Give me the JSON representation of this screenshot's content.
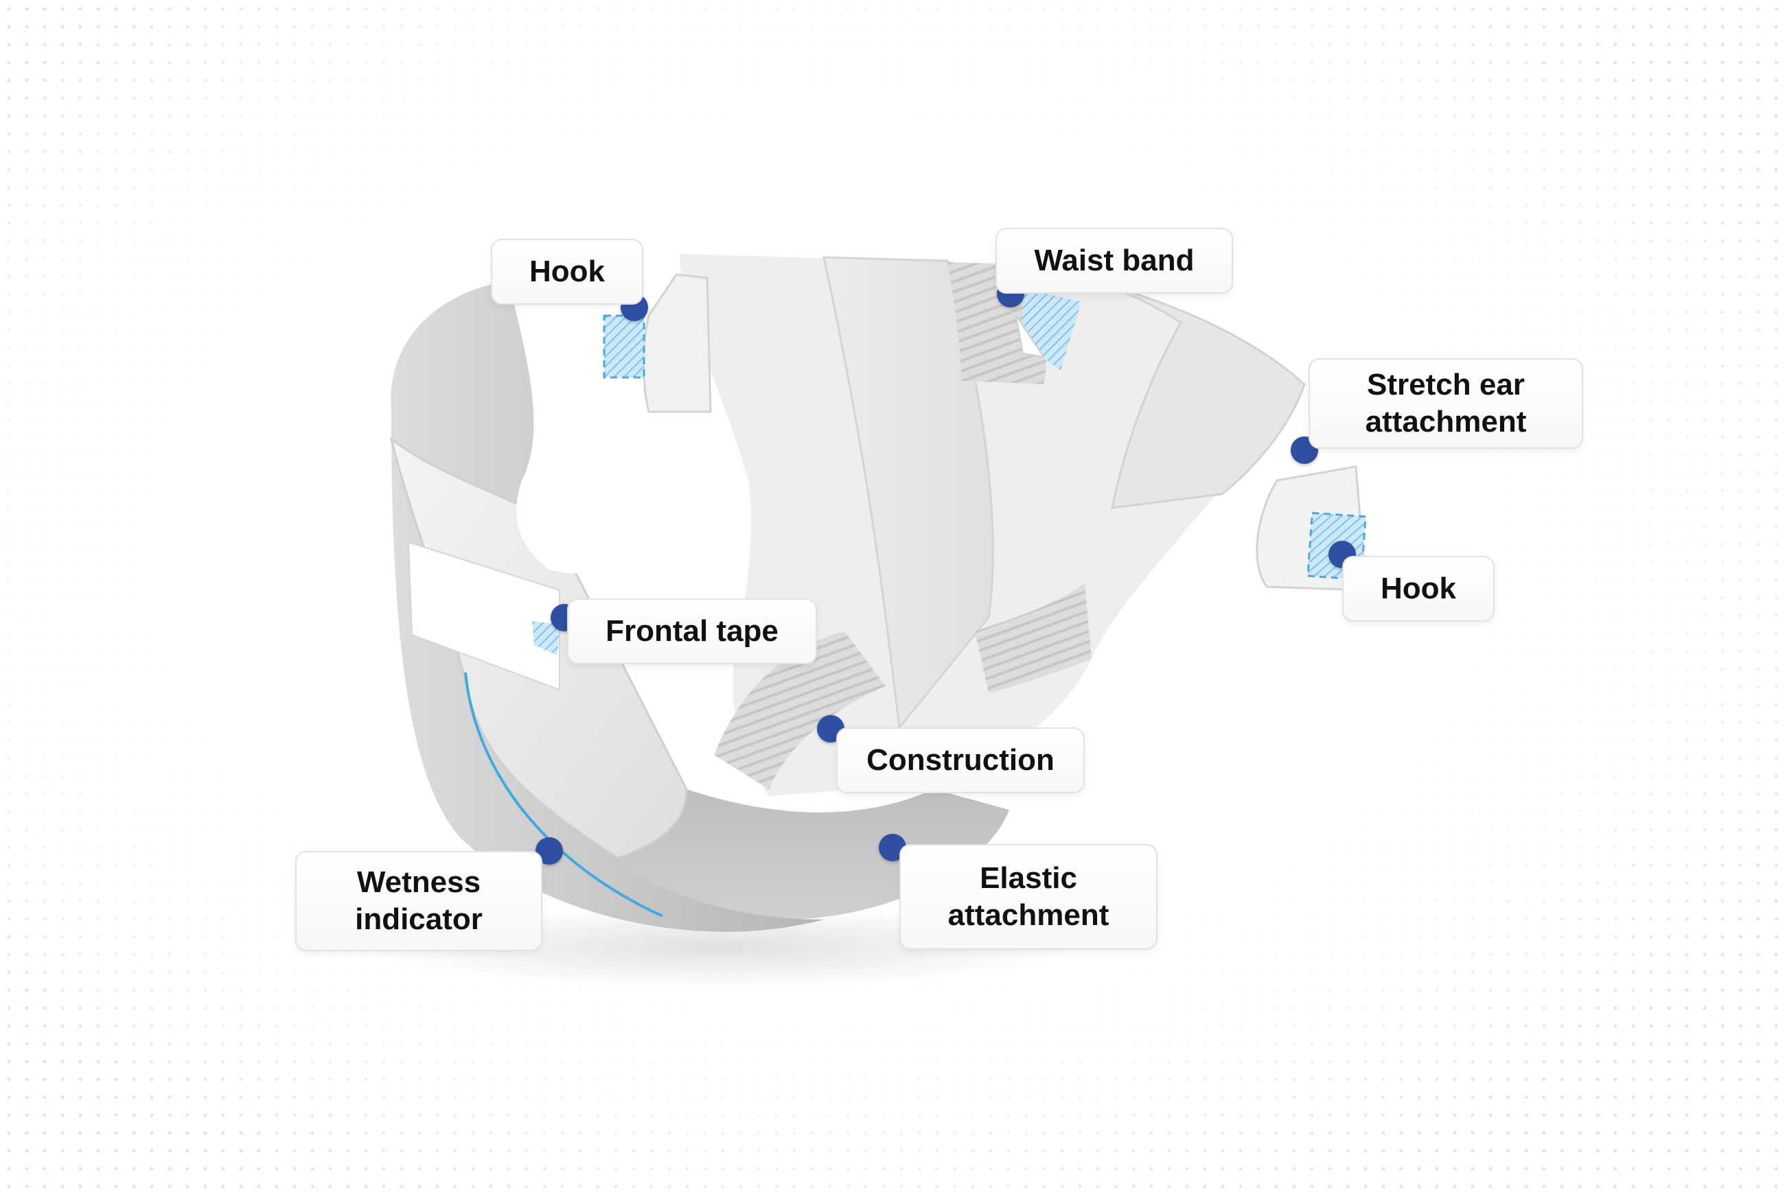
{
  "labels": {
    "hook_left": "Hook",
    "waist_band": "Waist band",
    "stretch_ear": "Stretch ear\nattachment",
    "hook_right": "Hook",
    "frontal_tape": "Frontal tape",
    "construction": "Construction",
    "wetness_indicator": "Wetness\nindicator",
    "elastic_attachment": "Elastic\nattachment"
  },
  "colors": {
    "marker": "#2f4fa3",
    "hook_hatch": "#7fc3e8",
    "wetness_line": "#3fa9e0",
    "body_light": "#f0f0f0",
    "body_mid": "#d9d9d9",
    "body_dark": "#bdbdbd"
  }
}
